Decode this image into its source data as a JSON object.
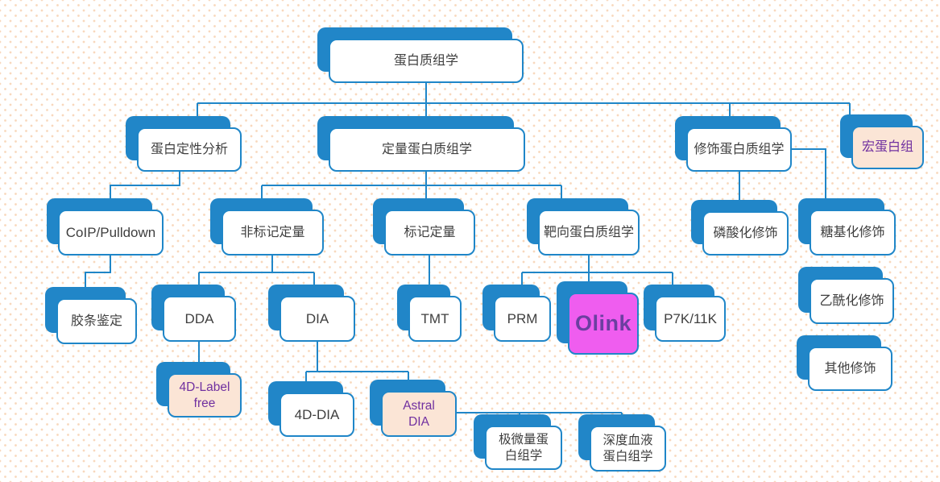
{
  "colors": {
    "node_border_blue": "#1F86C8",
    "node_shadow_blue": "#2186C8",
    "highlight_peach_fill": "#FBE5D6",
    "highlight_purple_text": "#7030A0",
    "olink_magenta_fill": "#EF5DEF",
    "node_text": "#3F3F3F",
    "background_dot": "#F8D8BD"
  },
  "nodes": {
    "root": {
      "label": "蛋白质组学"
    },
    "qualitative": {
      "label": "蛋白定性分析"
    },
    "quantitative": {
      "label": "定量蛋白质组学"
    },
    "ptm": {
      "label": "修饰蛋白质组学"
    },
    "meta": {
      "label": "宏蛋白组"
    },
    "coip": {
      "label": "CoIP/Pulldown"
    },
    "label_free": {
      "label": "非标记定量"
    },
    "labeled": {
      "label": "标记定量"
    },
    "targeted": {
      "label": "靶向蛋白质组学"
    },
    "phospho": {
      "label": "磷酸化修饰"
    },
    "glyco": {
      "label": "糖基化修饰"
    },
    "gel": {
      "label": "胶条鉴定"
    },
    "dda": {
      "label": "DDA"
    },
    "dia": {
      "label": "DIA"
    },
    "tmt": {
      "label": "TMT"
    },
    "prm": {
      "label": "PRM"
    },
    "olink": {
      "label": "Olink"
    },
    "p7k": {
      "label": "P7K/11K"
    },
    "acetyl": {
      "label": "乙酰化修饰"
    },
    "label4d": {
      "label": "4D-Label\nfree"
    },
    "dia4d": {
      "label": "4D-DIA"
    },
    "astral": {
      "label": "Astral\nDIA"
    },
    "other_ptm": {
      "label": "其他修饰"
    },
    "micro": {
      "label": "极微量蛋\n白组学"
    },
    "blood": {
      "label": "深度血液\n蛋白组学"
    }
  },
  "hierarchy": {
    "id": "root",
    "children": [
      {
        "id": "qualitative",
        "children": [
          {
            "id": "coip",
            "children": [
              {
                "id": "gel"
              }
            ]
          }
        ]
      },
      {
        "id": "quantitative",
        "children": [
          {
            "id": "label_free",
            "children": [
              {
                "id": "dda",
                "children": [
                  {
                    "id": "label4d"
                  }
                ]
              },
              {
                "id": "dia",
                "children": [
                  {
                    "id": "dia4d"
                  },
                  {
                    "id": "astral",
                    "children": [
                      {
                        "id": "micro"
                      },
                      {
                        "id": "blood"
                      }
                    ]
                  }
                ]
              }
            ]
          },
          {
            "id": "labeled",
            "children": [
              {
                "id": "tmt"
              }
            ]
          },
          {
            "id": "targeted",
            "children": [
              {
                "id": "prm"
              },
              {
                "id": "olink"
              },
              {
                "id": "p7k"
              }
            ]
          }
        ]
      },
      {
        "id": "ptm",
        "children": [
          {
            "id": "phospho"
          },
          {
            "id": "glyco"
          },
          {
            "id": "acetyl"
          },
          {
            "id": "other_ptm"
          }
        ]
      },
      {
        "id": "meta"
      }
    ]
  }
}
